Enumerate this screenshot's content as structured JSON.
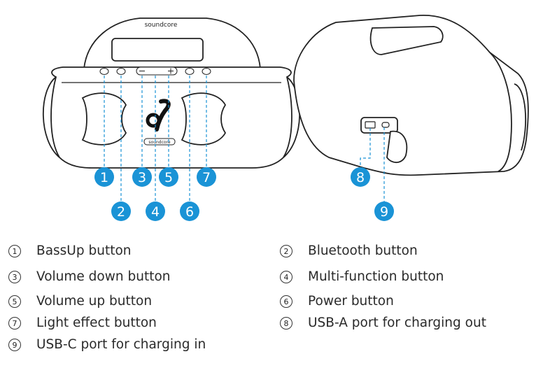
{
  "brand": "soundcore",
  "accent_color": "#1a93d6",
  "callouts": [
    "1",
    "2",
    "3",
    "4",
    "5",
    "6",
    "7",
    "8",
    "9"
  ],
  "legend": [
    {
      "num": "1",
      "label": "BassUp button"
    },
    {
      "num": "2",
      "label": "Bluetooth button"
    },
    {
      "num": "3",
      "label": "Volume down button"
    },
    {
      "num": "4",
      "label": "Multi-function button"
    },
    {
      "num": "5",
      "label": "Volume up button"
    },
    {
      "num": "6",
      "label": "Power button"
    },
    {
      "num": "7",
      "label": "Light effect button"
    },
    {
      "num": "8",
      "label": "USB-A port for charging out"
    },
    {
      "num": "9",
      "label": "USB-C port for charging in"
    }
  ]
}
